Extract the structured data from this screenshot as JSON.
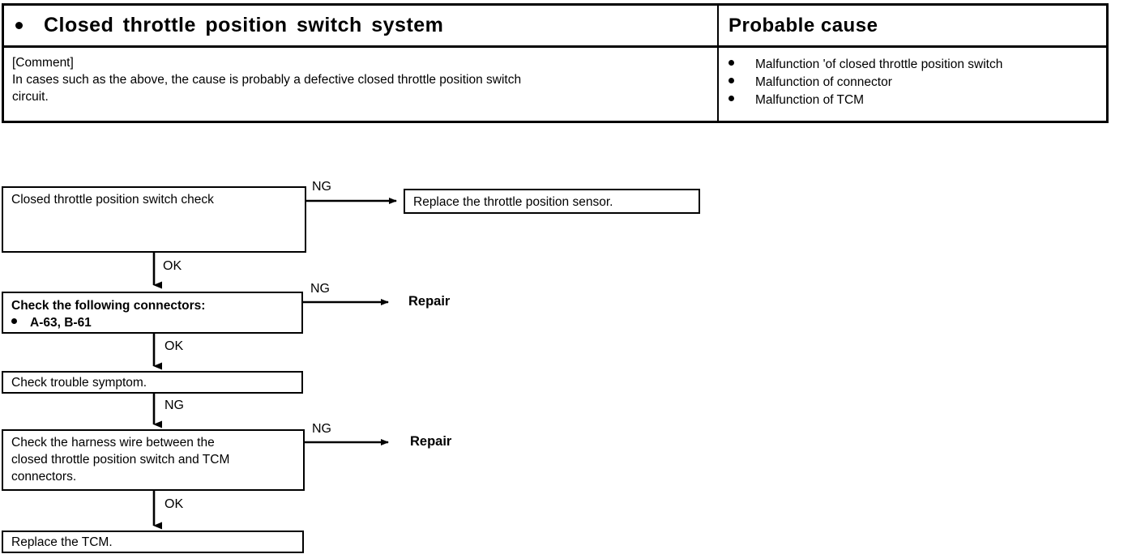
{
  "table": {
    "header": {
      "left_title": "Closed throttle position switch system",
      "right_title": "Probable cause",
      "bullet_icon": "bullet-dot"
    },
    "comment": {
      "label": "[Comment]",
      "line1": "In cases such as the above, the cause is probably a defective closed throttle position switch",
      "line2": "circuit."
    },
    "probable_causes": [
      "Malfunction 'of closed throttle position switch",
      "Malfunction of connector",
      "Malfunction of TCM"
    ]
  },
  "flowchart": {
    "boxes": {
      "check_switch": "Closed throttle position switch check",
      "replace_sensor": "Replace the throttle position sensor.",
      "check_connectors_title": "Check the following connectors:",
      "check_connectors_item": "A-63, B-61",
      "check_symptom": "Check trouble symptom.",
      "check_harness_line1": "Check the harness wire between the",
      "check_harness_line2": "closed throttle position switch and TCM",
      "check_harness_line3": "connectors.",
      "replace_tcm": "Replace the TCM."
    },
    "labels": {
      "ng1": "NG",
      "ok1": "OK",
      "ng2": "NG",
      "ok2": "OK",
      "ng3": "NG",
      "ng4": "NG",
      "ok3": "OK",
      "repair1": "Repair",
      "repair2": "Repair"
    }
  },
  "colors": {
    "ink": "#000000",
    "paper": "#ffffff"
  }
}
